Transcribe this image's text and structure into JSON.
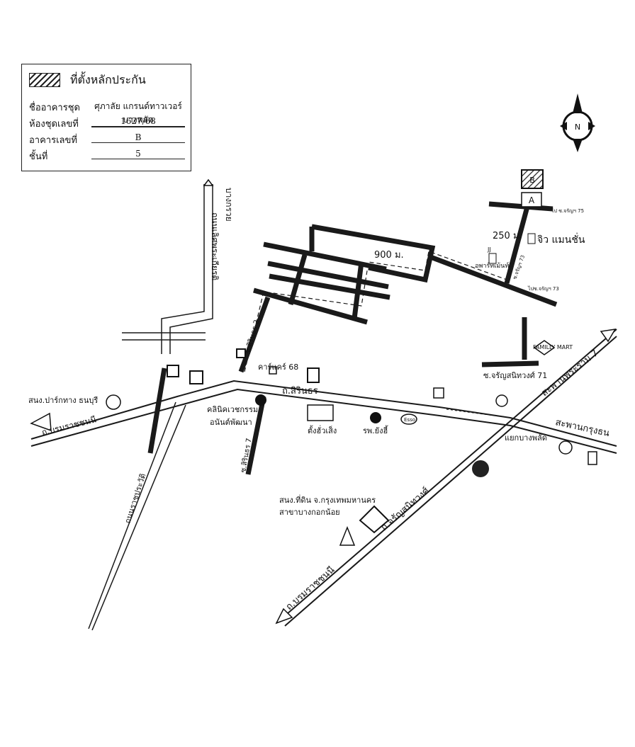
{
  "legend": {
    "title": "ที่ตั้งหลักประกัน",
    "rows": [
      {
        "label": "ชื่ออาคารชุด",
        "value": "ศุภาลัย แกรนด์ทาวเวอร์ บางพลัด"
      },
      {
        "label": "ห้องชุดเลขที่",
        "value": "1627/68"
      },
      {
        "label": "อาคารเลขที่",
        "value": "B"
      },
      {
        "label": "ชั้นที่",
        "value": "5"
      }
    ]
  },
  "compass": {
    "letter": "N",
    "icon": "north-arrow-icon"
  },
  "buildings": {
    "a": "A",
    "b": "B"
  },
  "labels": {
    "bangkruai": "บางกรวย",
    "chalerm_road": "ถนนเลิศพระเกียรติ",
    "d900": "900 ม.",
    "d250": "250 ม.",
    "jiw_mansion": "จิว แมนชั่น",
    "jj": "JJ",
    "apartment": "อพาร์ทเม้นท์",
    "soi_charan_small_1": "ไป ซ.จรัญฯ 75",
    "soi_charan_small_2": "ซ.จรัญฯ 73",
    "soi_charan_small_3": "ไปซ.จรัญฯ 73",
    "family_mart": "FAMILLY MART",
    "soi_charan_71": "ซ.จรัญสนิทวงศ์ 71",
    "saphan_phra_ram7": "สะพานพระราม 7",
    "saphan_krungthon": "สะพานกรุงธน",
    "yaek_bangphlat": "แยกบางพลัด",
    "soi_sirinthon_2": "ซ.สิรินธร 2",
    "soi_sirinthon_7": "ซ.สิรินธร 7",
    "carpark_68": "คาร์แคร์ 68",
    "thanon_sirinthon": "ถ.สิรินธร",
    "clinic": "คลินิคเวชกรรม",
    "clinic2": "อนันต์พัฒนา",
    "dang_huat_seng": "ตั้งฮั่วเส็ง",
    "hospital": "รพ.ยังฮี้",
    "esso": "Esso",
    "ptt_station": "สนง.ปาร์กทาง ธนบุรี",
    "thanon_borommaratchachonnani_1": "ถ.บรมราชชนนี",
    "thanon_borommaratchachonnani_2": "ถ.บรมราชชนนี",
    "thanon_ratprarop": "ถนนราชประวัติ",
    "land_office": "สนง.ที่ดิน จ.กรุงเทพมหานคร",
    "land_office2": "สาขาบางกอกน้อย",
    "thanon_charansanitwong": "ถ.จรัญสนิทวงศ์"
  },
  "colors": {
    "ink": "#1a1a1a",
    "paper": "#ffffff"
  }
}
